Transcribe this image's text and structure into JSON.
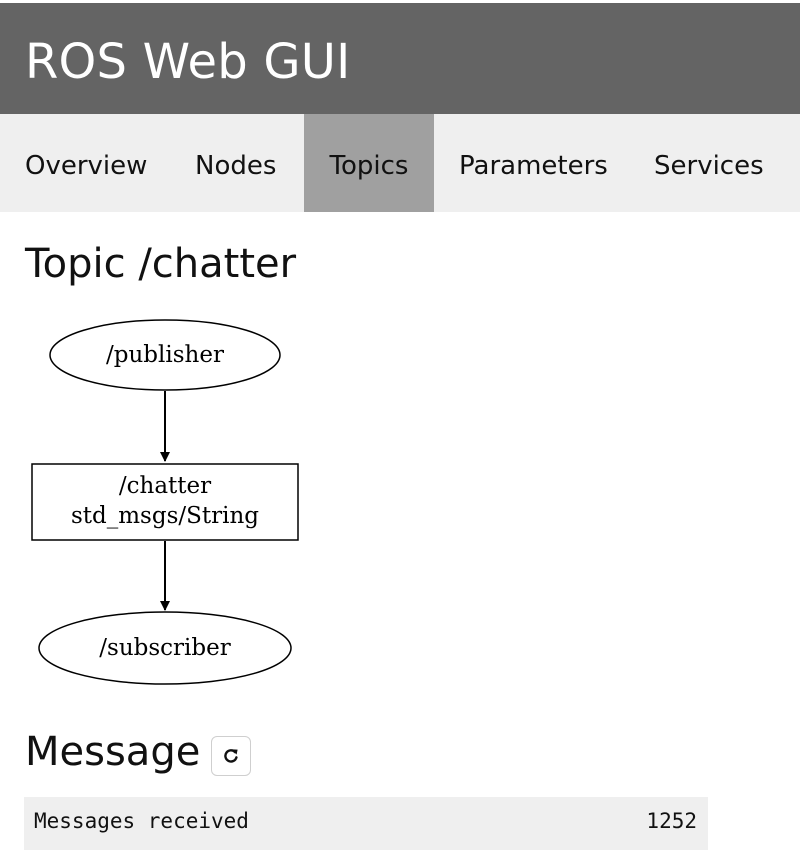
{
  "app": {
    "title": "ROS Web GUI"
  },
  "nav": {
    "tabs": [
      {
        "label": "Overview",
        "active": false
      },
      {
        "label": "Nodes",
        "active": false
      },
      {
        "label": "Topics",
        "active": true
      },
      {
        "label": "Parameters",
        "active": false
      },
      {
        "label": "Services",
        "active": false
      }
    ]
  },
  "topic": {
    "title": "Topic /chatter",
    "graph": {
      "publisher": "/publisher",
      "topic_name": "/chatter",
      "topic_type": "std_msgs/String",
      "subscriber": "/subscriber"
    }
  },
  "message": {
    "title": "Message",
    "refresh_icon": "refresh-icon",
    "rows": [
      {
        "label": "Messages received",
        "value": "1252"
      }
    ]
  },
  "colors": {
    "header_bg": "#646464",
    "nav_bg": "#efefef",
    "active_tab_bg": "#a0a0a0",
    "row_bg": "#efefef"
  }
}
